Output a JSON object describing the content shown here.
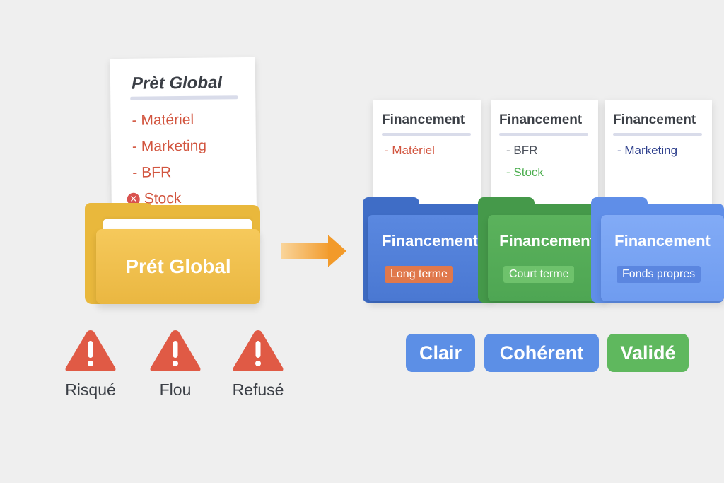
{
  "left_panel": {
    "sheet_title": "Prèt Global",
    "items": [
      "- Matériel",
      "- Marketing",
      "- BFR"
    ],
    "rejected_item": "Stock",
    "folder_label": "Prét Global"
  },
  "warnings": [
    {
      "label": "Risqué"
    },
    {
      "label": "Flou"
    },
    {
      "label": "Refusé"
    }
  ],
  "right_panel": {
    "cards": [
      {
        "title": "Financement",
        "items": [
          "- Matériel"
        ],
        "item_colors": [
          "#d2553f"
        ]
      },
      {
        "title": "Financement",
        "items": [
          "- BFR",
          "- Stock"
        ],
        "item_colors": [
          "#4a4f5a",
          "#4cae4f"
        ]
      },
      {
        "title": "Financement",
        "items": [
          "- Marketing"
        ],
        "item_colors": [
          "#2c3e8c"
        ]
      }
    ],
    "folders": [
      {
        "title": "Financement",
        "badge": "Long terme",
        "color": "#4a78d2",
        "badge_color": "#e0784b"
      },
      {
        "title": "Financement",
        "badge": "Court terme",
        "color": "#4ea653",
        "badge_color": "#6ec26c"
      },
      {
        "title": "Financement",
        "badge": "Fonds propres",
        "color": "#6f9cf0",
        "badge_color": "#5b86e0"
      }
    ]
  },
  "pills": [
    {
      "label": "Clair",
      "color": "#5c8fe6"
    },
    {
      "label": "Cohérent",
      "color": "#5c8fe6"
    },
    {
      "label": "Validé",
      "color": "#5fb85e"
    }
  ],
  "colors": {
    "arrow": "#f29a2a",
    "warning": "#e05a45",
    "folder_yellow": "#f2c14f"
  }
}
